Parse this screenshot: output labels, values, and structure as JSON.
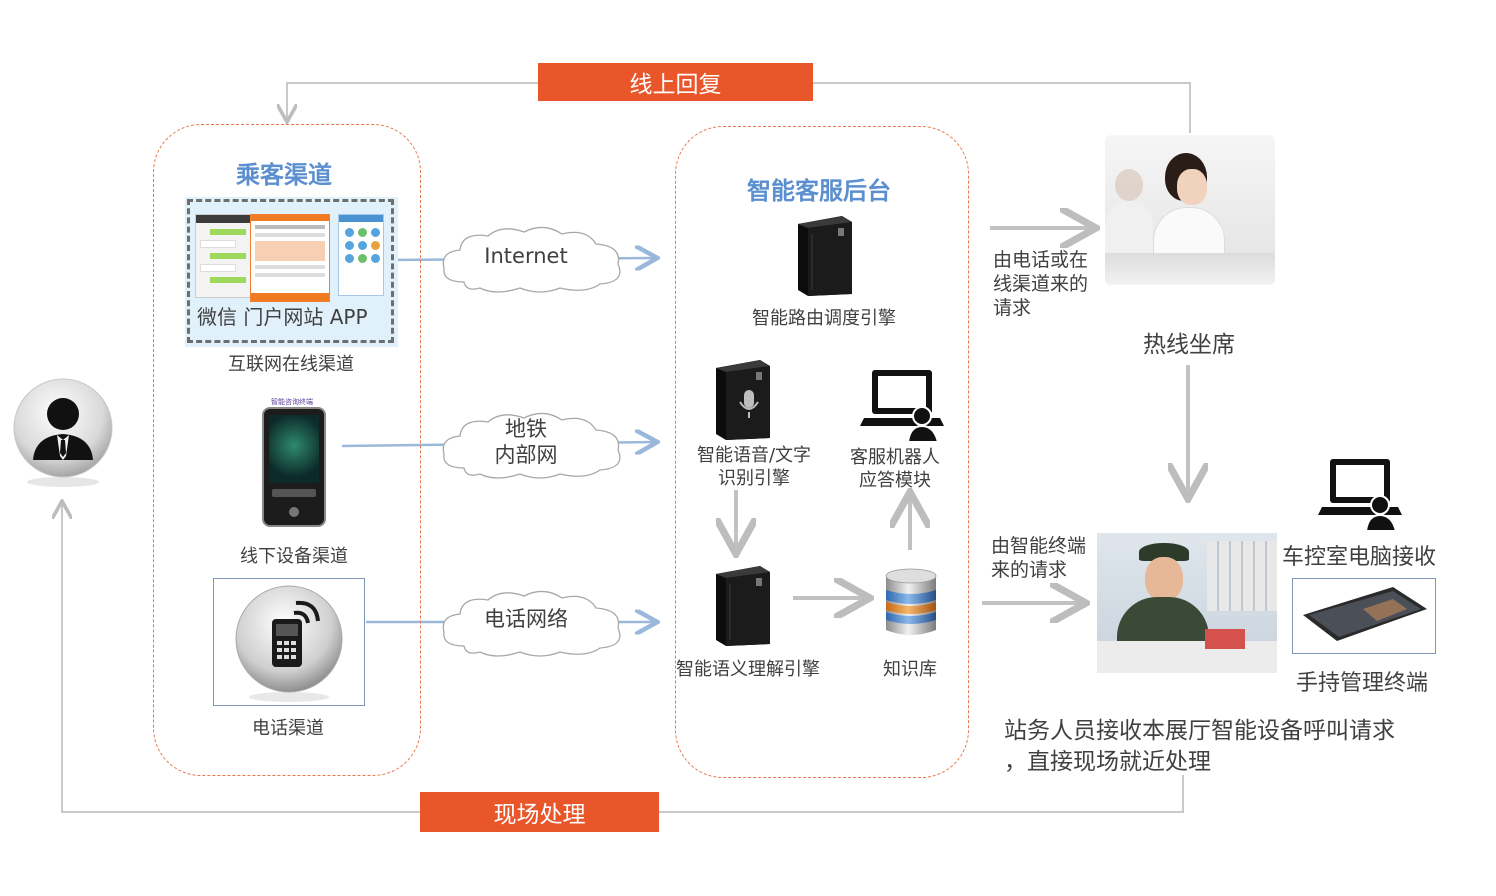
{
  "top_banner": "线上回复",
  "bottom_banner": "现场处理",
  "passenger_channels": {
    "title": "乘客渠道",
    "internet": {
      "apps_label": "微信 门户网站 APP",
      "caption": "互联网在线渠道"
    },
    "offline": {
      "device_header": "智能咨询终端",
      "caption": "线下设备渠道"
    },
    "phone": {
      "caption": "电话渠道"
    }
  },
  "networks": {
    "internet": "Internet",
    "metro_line1": "地铁",
    "metro_line2": "内部网",
    "phone": "电话网络"
  },
  "backend": {
    "title": "智能客服后台",
    "routing": "智能路由调度引擎",
    "voice_line1": "智能语音/文字",
    "voice_line2": "识别引擎",
    "robot_line1": "客服机器人",
    "robot_line2": "应答模块",
    "semantic": "智能语义理解引擎",
    "knowledge": "知识库"
  },
  "right": {
    "request_phone_line1": "由电话或在",
    "request_phone_line2": "线渠道来的",
    "request_phone_line3": "请求",
    "hotline": "热线坐席",
    "request_terminal_line1": "由智能终端",
    "request_terminal_line2": "来的请求",
    "control_room": "车控室电脑接收",
    "handheld": "手持管理终端",
    "staff_line1": "站务人员接收本展厅智能设备呼叫请求",
    "staff_line2": "，直接现场就近处理"
  },
  "colors": {
    "banner": "#e8562a",
    "title": "#5b8fcf",
    "dashed_border": "#e8764c",
    "arrow_gray": "#c2c2c2",
    "arrow_blue": "#9ab8dc"
  }
}
